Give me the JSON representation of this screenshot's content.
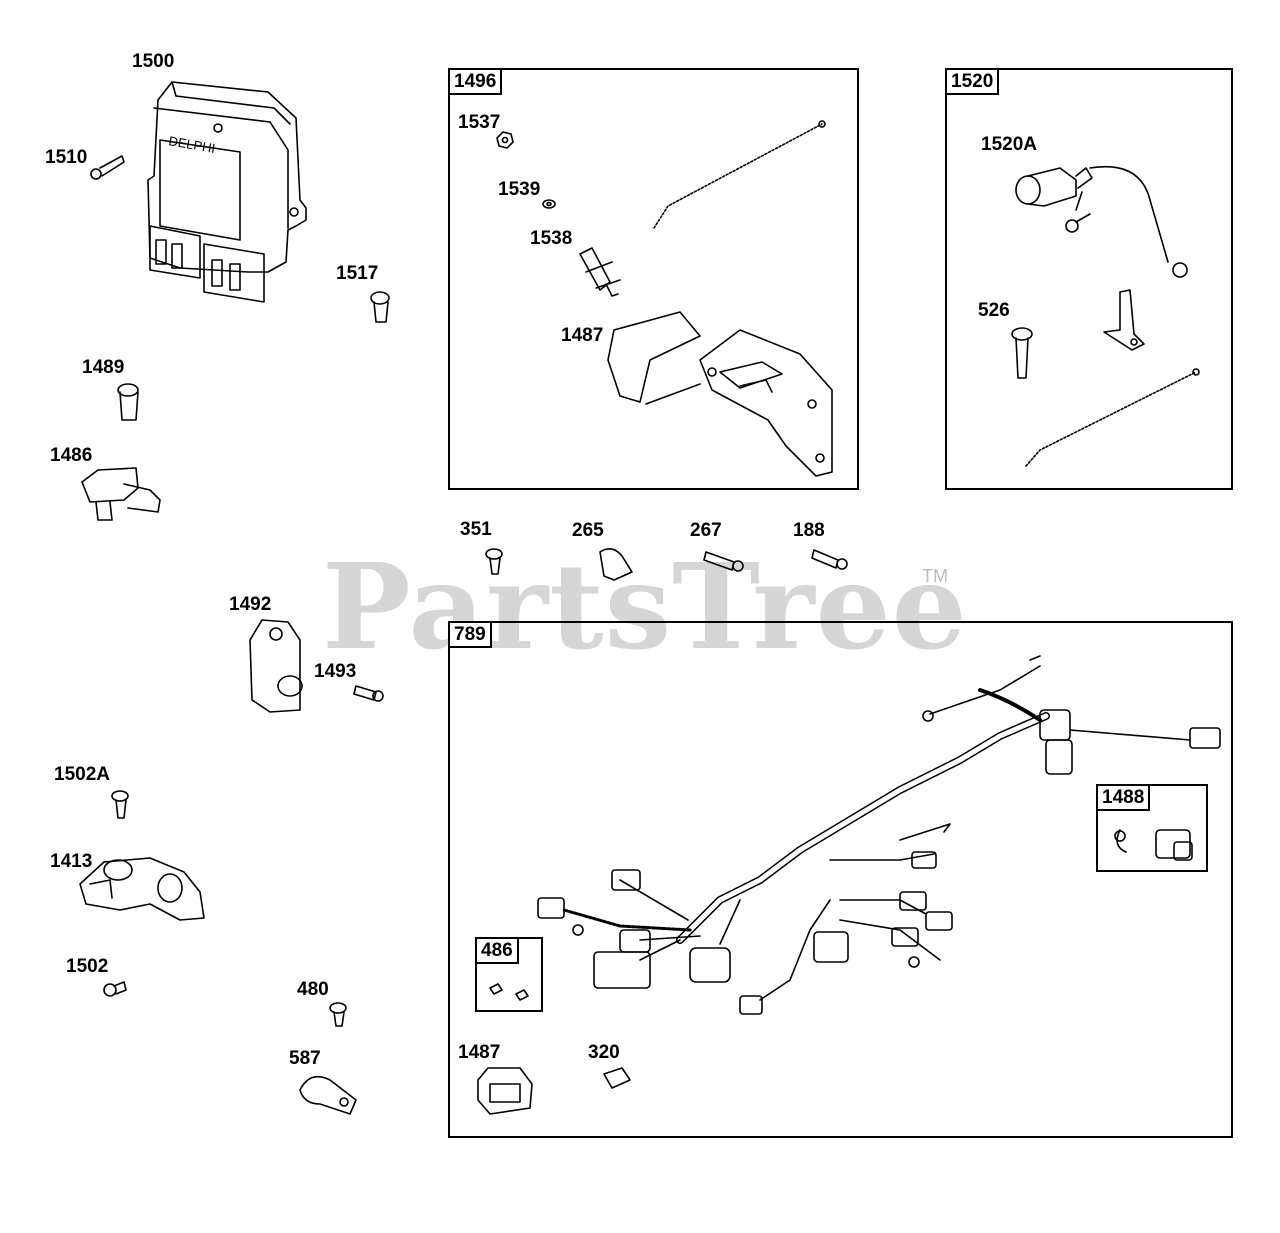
{
  "watermark": {
    "text": "PartsTree",
    "tm": "TM"
  },
  "boxes": {
    "b1496": "1496",
    "b1520": "1520",
    "b789": "789",
    "b486": "486",
    "b1488": "1488"
  },
  "parts": {
    "p1500": "1500",
    "p1510": "1510",
    "p1517": "1517",
    "p1489": "1489",
    "p1486": "1486",
    "p1492": "1492",
    "p1493": "1493",
    "p1502A": "1502A",
    "p1413": "1413",
    "p1502": "1502",
    "p480": "480",
    "p587": "587",
    "p1537": "1537",
    "p1539": "1539",
    "p1538": "1538",
    "p1487a": "1487",
    "p1520A": "1520A",
    "p526": "526",
    "p351": "351",
    "p265": "265",
    "p267": "267",
    "p188": "188",
    "p1487b": "1487",
    "p320": "320"
  },
  "icons": {
    "ecu": "ecu-module-icon",
    "sensor": "sensor-icon",
    "harness": "wiring-harness-icon",
    "bolt": "bolt-icon"
  }
}
